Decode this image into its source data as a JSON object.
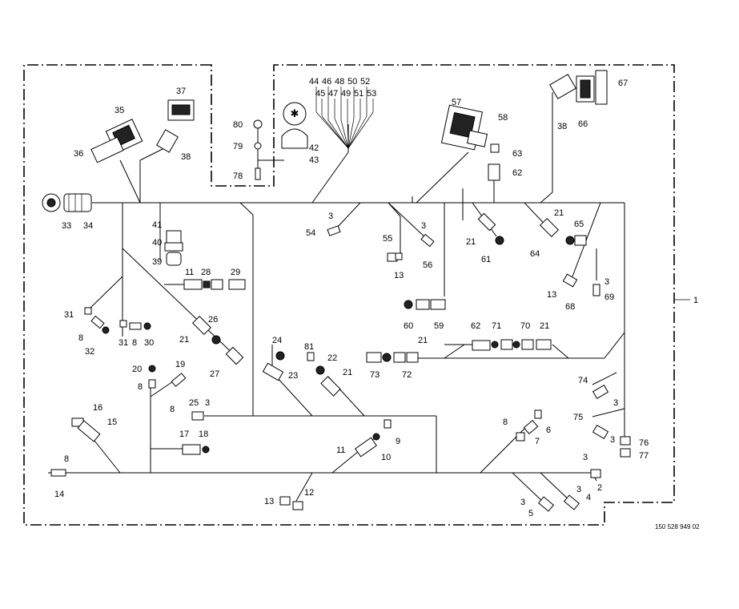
{
  "drawing_number": "150 528 949 02",
  "assembly_callout": "1",
  "callouts": {
    "c2": "2",
    "c3": "3",
    "c4": "4",
    "c5": "5",
    "c6": "6",
    "c7": "7",
    "c8": "8",
    "c9": "9",
    "c10": "10",
    "c11": "11",
    "c12": "12",
    "c13": "13",
    "c14": "14",
    "c15": "15",
    "c16": "16",
    "c17": "17",
    "c18": "18",
    "c19": "19",
    "c20": "20",
    "c21": "21",
    "c22": "22",
    "c23": "23",
    "c24": "24",
    "c25": "25",
    "c26": "26",
    "c27": "27",
    "c28": "28",
    "c29": "29",
    "c30": "30",
    "c31": "31",
    "c32": "32",
    "c33": "33",
    "c34": "34",
    "c35": "35",
    "c36": "36",
    "c37": "37",
    "c38": "38",
    "c39": "39",
    "c40": "40",
    "c41": "41",
    "c42": "42",
    "c43": "43",
    "c44": "44",
    "c45": "45",
    "c46": "46",
    "c47": "47",
    "c48": "48",
    "c49": "49",
    "c50": "50",
    "c51": "51",
    "c52": "52",
    "c53": "53",
    "c54": "54",
    "c55": "55",
    "c56": "56",
    "c57": "57",
    "c58": "58",
    "c59": "59",
    "c60": "60",
    "c61": "61",
    "c62": "62",
    "c63": "63",
    "c64": "64",
    "c65": "65",
    "c66": "66",
    "c67": "67",
    "c68": "68",
    "c69": "69",
    "c70": "70",
    "c71": "71",
    "c72": "72",
    "c73": "73",
    "c74": "74",
    "c75": "75",
    "c76": "76",
    "c77": "77",
    "c78": "78",
    "c79": "79",
    "c80": "80",
    "c81": "81"
  }
}
